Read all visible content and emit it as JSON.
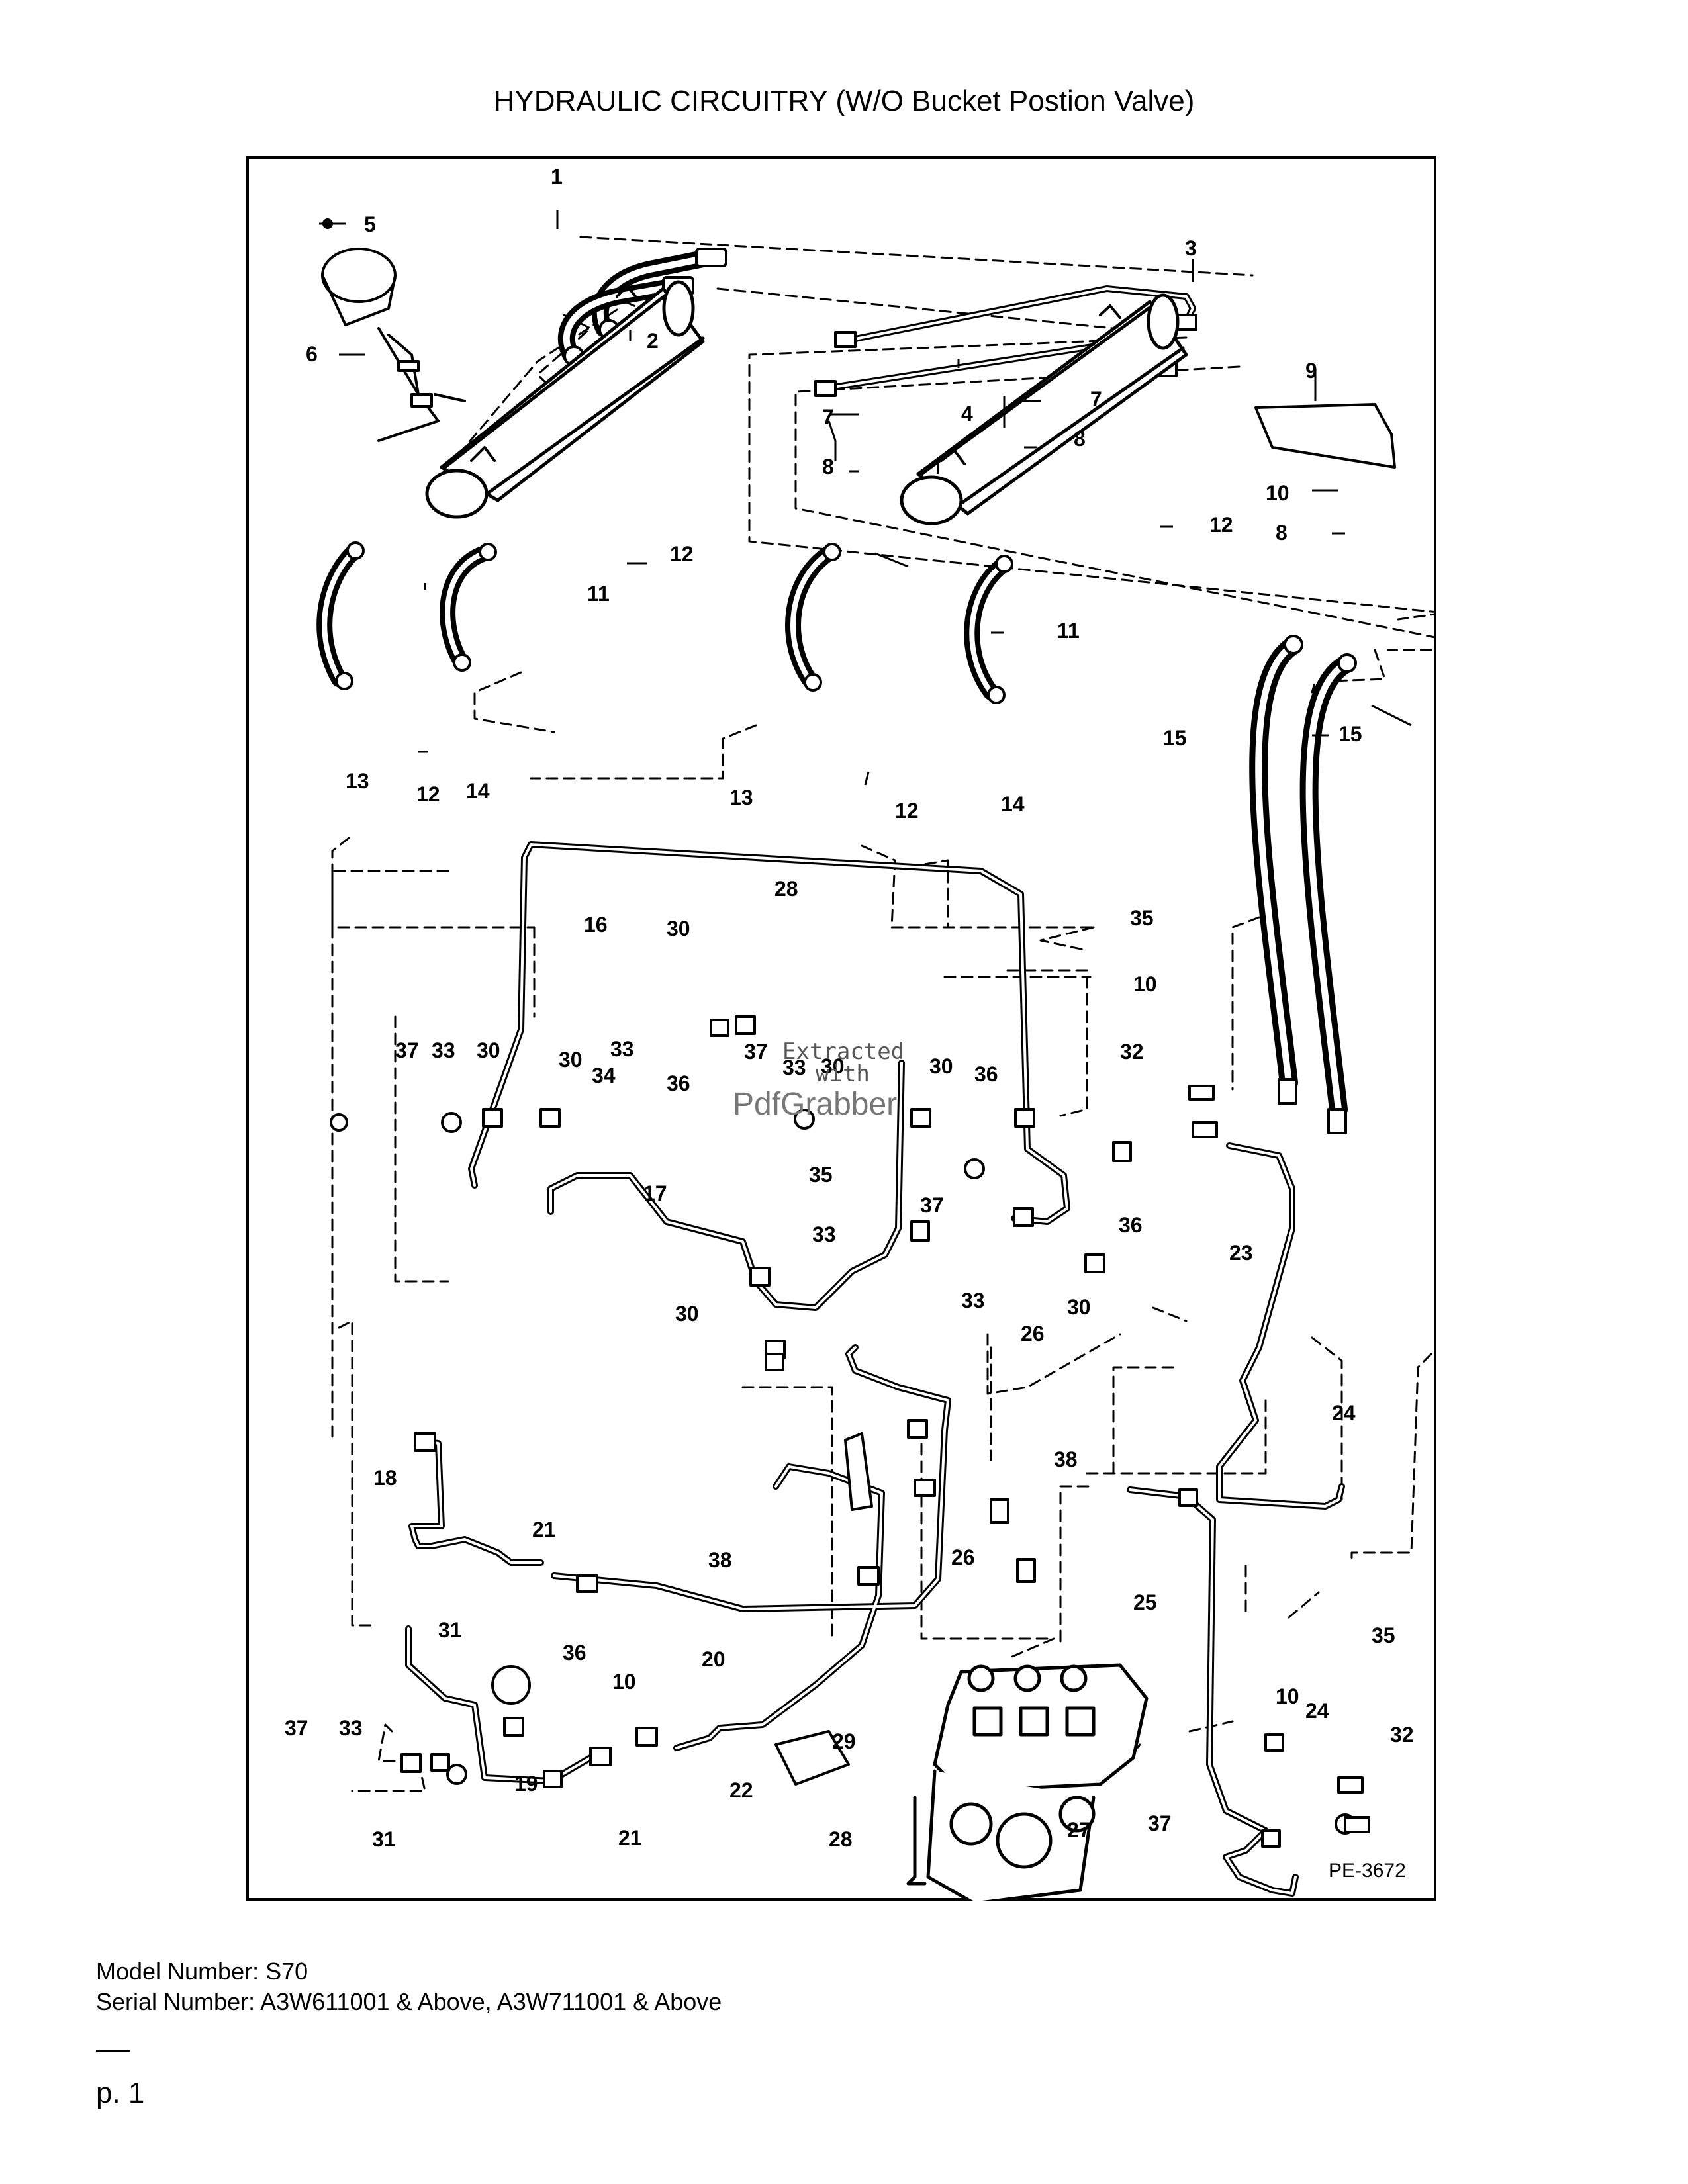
{
  "page": {
    "title": "HYDRAULIC CIRCUITRY (W/O Bucket Postion Valve)",
    "model_line": "Model Number: S70",
    "serial_line": "Serial Number: A3W611001 & Above, A3W711001 & Above",
    "page_number": "p. 1"
  },
  "diagram": {
    "figure_code": "PE-3672",
    "watermark_line1": "Extracted",
    "watermark_line2": "with",
    "watermark_line3": "PdfGrabber",
    "callouts": [
      "1",
      "2",
      "3",
      "4",
      "5",
      "6",
      "7",
      "7",
      "8",
      "8",
      "8",
      "9",
      "10",
      "10",
      "10",
      "10",
      "11",
      "11",
      "12",
      "12",
      "12",
      "12",
      "13",
      "13",
      "14",
      "14",
      "15",
      "15",
      "16",
      "17",
      "18",
      "19",
      "20",
      "21",
      "21",
      "22",
      "23",
      "24",
      "24",
      "25",
      "26",
      "26",
      "27",
      "28",
      "28",
      "29",
      "30",
      "30",
      "30",
      "30",
      "30",
      "30",
      "30",
      "31",
      "31",
      "32",
      "32",
      "33",
      "33",
      "33",
      "33",
      "33",
      "33",
      "34",
      "35",
      "35",
      "35",
      "36",
      "36",
      "36",
      "36",
      "37",
      "37",
      "37",
      "37",
      "37",
      "38",
      "38"
    ]
  }
}
